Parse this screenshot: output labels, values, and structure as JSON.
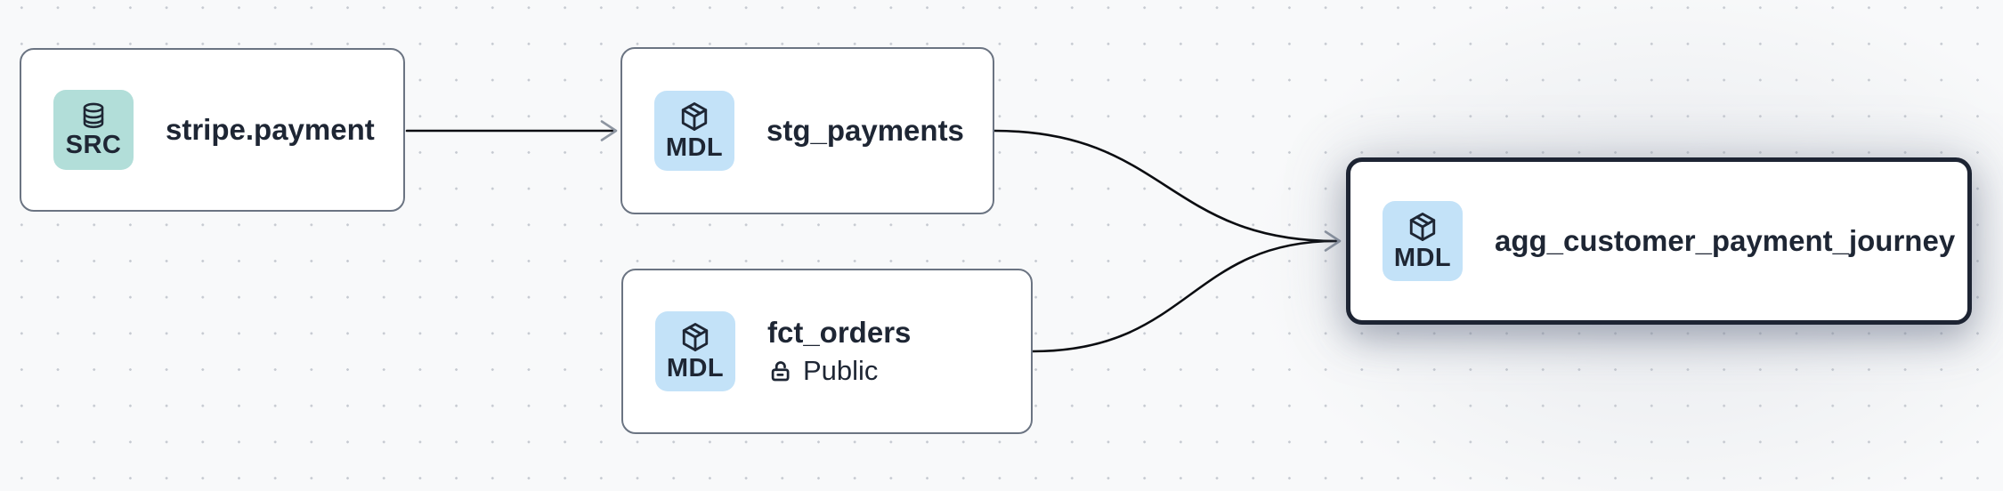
{
  "diagram": {
    "nodes": [
      {
        "id": "stripe.payment",
        "label": "stripe.payment",
        "badge": "SRC",
        "badge_icon": "database-icon",
        "type": "source",
        "selected": false
      },
      {
        "id": "stg_payments",
        "label": "stg_payments",
        "badge": "MDL",
        "badge_icon": "cube-icon",
        "type": "model",
        "selected": false
      },
      {
        "id": "fct_orders",
        "label": "fct_orders",
        "badge": "MDL",
        "badge_icon": "cube-icon",
        "type": "model",
        "visibility": "Public",
        "visibility_icon": "unlock-icon",
        "selected": false
      },
      {
        "id": "agg_customer_payment_journey",
        "label": "agg_customer_payment_journey",
        "badge": "MDL",
        "badge_icon": "cube-icon",
        "type": "model",
        "selected": true
      }
    ],
    "edges": [
      {
        "from": "stripe.payment",
        "to": "stg_payments"
      },
      {
        "from": "stg_payments",
        "to": "agg_customer_payment_journey"
      },
      {
        "from": "fct_orders",
        "to": "agg_customer_payment_journey"
      }
    ],
    "colors": {
      "canvas_bg": "#f8f9fa",
      "dot": "#c6cad1",
      "node_bg": "#ffffff",
      "node_border": "#6b7482",
      "selected_border": "#1d2433",
      "text": "#1e2634",
      "source_badge_bg": "#b2ded9",
      "model_badge_bg": "#c3e2f8",
      "edge": "#0b0d11",
      "arrowhead": "#8d95a1"
    }
  }
}
